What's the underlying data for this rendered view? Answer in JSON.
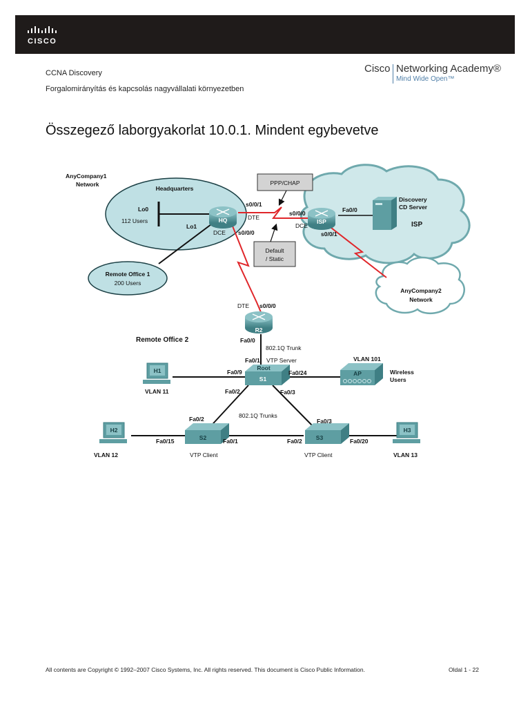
{
  "header": {
    "brand_word": "CISCO",
    "course": "CCNA Discovery",
    "subtitle": "Forgalomirányítás és kapcsolás nagyvállalati környezetben",
    "academy_cisco": "Cisco",
    "academy_name": "Networking Academy®",
    "academy_tagline": "Mind Wide Open™"
  },
  "title": "Összegező laborgyakorlat 10.0.1. Mindent egybevetve",
  "diagram": {
    "anycompany1": [
      "AnyCompany1",
      "Network"
    ],
    "headquarters": {
      "label": "Headquarters",
      "lo0": "Lo0",
      "users": "112 Users",
      "lo1": "Lo1"
    },
    "remote_office1": {
      "label": "Remote Office 1",
      "users": "200 Users"
    },
    "hq": {
      "name": "HQ",
      "s001": "s0/0/1",
      "dte": "DTE",
      "dce": "DCE",
      "s000": "s0/0/0"
    },
    "ppp_chap": "PPP/CHAP",
    "default_static": [
      "Default",
      "/ Static"
    ],
    "isp": {
      "name": "ISP",
      "s000": "s0/0/0",
      "dce": "DCE",
      "s001": "s0/0/1",
      "fa00": "Fa0/0",
      "cloud_label": "ISP"
    },
    "server": [
      "Discovery",
      "CD Server"
    ],
    "anycompany2": [
      "AnyCompany2",
      "Network"
    ],
    "r2": {
      "name": "R2",
      "dte": "DTE",
      "s000": "s0/0/0",
      "fa00": "Fa0/0"
    },
    "remote_office2": "Remote Office 2",
    "trunk_label": "802.1Q Trunk",
    "s1": {
      "name": "S1",
      "root": "Root",
      "fa01": "Fa0/1",
      "vtp": "VTP Server",
      "fa09": "Fa0/9",
      "fa024": "Fa0/24",
      "fa02": "Fa0/2",
      "fa03": "Fa0/3"
    },
    "trunks_label": "802.1Q Trunks",
    "h1": {
      "name": "H1",
      "vlan": "VLAN 11"
    },
    "ap": {
      "name": "AP",
      "vlan": "VLAN 101",
      "wireless": [
        "Wireless",
        "Users"
      ]
    },
    "h2": {
      "name": "H2",
      "vlan": "VLAN 12"
    },
    "s2": {
      "name": "S2",
      "fa02": "Fa0/2",
      "fa015": "Fa0/15",
      "fa01": "Fa0/1",
      "vtp": "VTP Client"
    },
    "s3": {
      "name": "S3",
      "fa03": "Fa0/3",
      "fa02": "Fa0/2",
      "fa020": "Fa0/20",
      "vtp": "VTP Client"
    },
    "h3": {
      "name": "H3",
      "vlan": "VLAN 13"
    }
  },
  "footer": {
    "copyright": "All contents are Copyright © 1992–2007 Cisco Systems, Inc. All rights reserved. This document is Cisco Public Information.",
    "page": "Oldal 1 - 22"
  },
  "colors": {
    "topbar": "#1f1b1a",
    "device_teal": "#5e9ea2",
    "cloud_fill": "#bfe0e4",
    "serial_red": "#e0262a",
    "academy_blue": "#4f7fa8"
  }
}
